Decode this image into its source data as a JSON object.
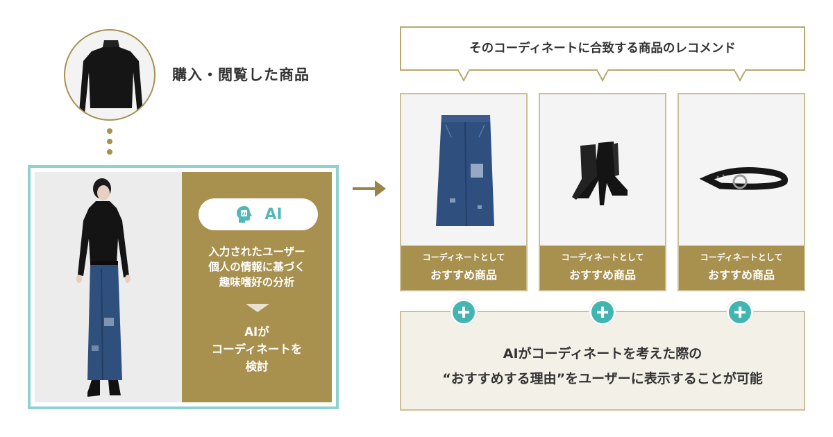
{
  "purchased": {
    "label": "購入・閲覧した商品",
    "item_icon": "turtleneck-top-icon"
  },
  "ai_box": {
    "model_icon": "model-photo",
    "badge_icon": "ai-brain-icon",
    "badge_label": "AI",
    "analysis_lines": [
      "入力されたユーザー",
      "個人の情報に基づく",
      "趣味嗜好の分析"
    ],
    "consider_lines": [
      "AIが",
      "コーディネートを",
      "検討"
    ]
  },
  "recommend": {
    "header": "そのコーディネートに合致する商品のレコメンド",
    "items": [
      {
        "sub": "コーディネートとして",
        "main": "おすすめ商品",
        "icon": "denim-skirt-icon"
      },
      {
        "sub": "コーディネートとして",
        "main": "おすすめ商品",
        "icon": "ankle-boots-icon"
      },
      {
        "sub": "コーディネートとして",
        "main": "おすすめ商品",
        "icon": "belt-icon"
      }
    ]
  },
  "reason": {
    "line1": "AIがコーディネートを考えた際の",
    "line2": "“おすすめする理由”をユーザーに表示することが可能"
  },
  "colors": {
    "gold": "#a8904f",
    "teal": "#5dc2bf",
    "panel": "#f3f1e7"
  }
}
